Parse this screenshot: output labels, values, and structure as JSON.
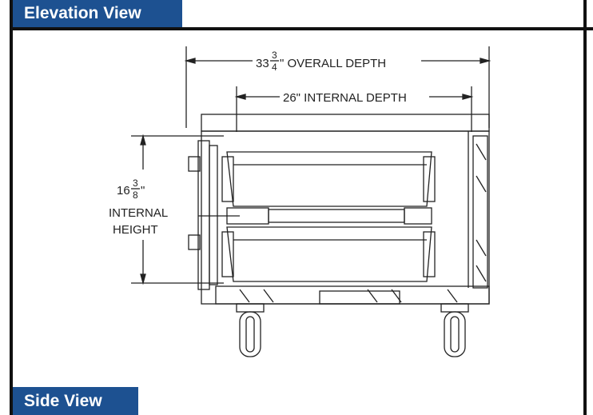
{
  "headers": {
    "elevation": "Elevation View",
    "side": "Side View"
  },
  "dimensions": {
    "overall_depth": {
      "whole": "33",
      "num": "3",
      "den": "4",
      "suffix": "\" OVERALL DEPTH"
    },
    "internal_depth": "26\" INTERNAL DEPTH",
    "internal_height": {
      "whole": "16",
      "num": "3",
      "den": "8",
      "suffix": "\"",
      "line1": "INTERNAL",
      "line2": "HEIGHT"
    }
  },
  "colors": {
    "header_bg": "#1d5191",
    "line": "#222222"
  }
}
